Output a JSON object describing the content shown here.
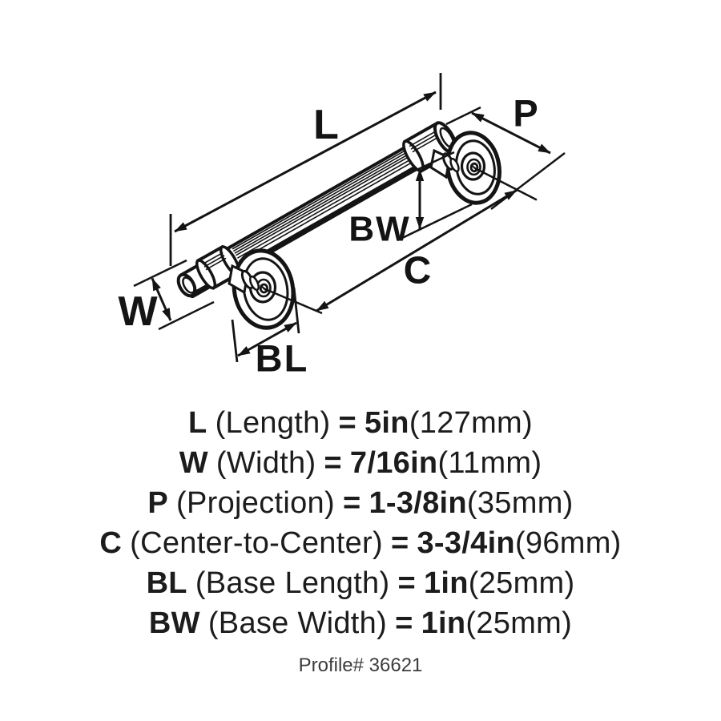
{
  "colors": {
    "ink": "#141414",
    "muted": "#3c3c3c",
    "background": "#ffffff"
  },
  "diagram": {
    "labels": {
      "length": "L",
      "width": "W",
      "projection": "P",
      "center_to_center": "C",
      "base_length": "BL",
      "base_width": "BW"
    }
  },
  "specs": {
    "rows": [
      {
        "label": "L",
        "name": "(Length)",
        "eq": "=",
        "value": "5in",
        "metric": "(127mm)"
      },
      {
        "label": "W",
        "name": "(Width)",
        "eq": "=",
        "value": "7/16in",
        "metric": "(11mm)"
      },
      {
        "label": "P",
        "name": "(Projection)",
        "eq": "=",
        "value": "1-3/8in",
        "metric": "(35mm)"
      },
      {
        "label": "C",
        "name": "(Center-to-Center)",
        "eq": "=",
        "value": "3-3/4in",
        "metric": "(96mm)"
      },
      {
        "label": "BL",
        "name": "(Base Length)",
        "eq": "=",
        "value": "1in",
        "metric": "(25mm)"
      },
      {
        "label": "BW",
        "name": "(Base Width)",
        "eq": "=",
        "value": "1in",
        "metric": "(25mm)"
      }
    ],
    "profile": "Profile# 36621"
  }
}
